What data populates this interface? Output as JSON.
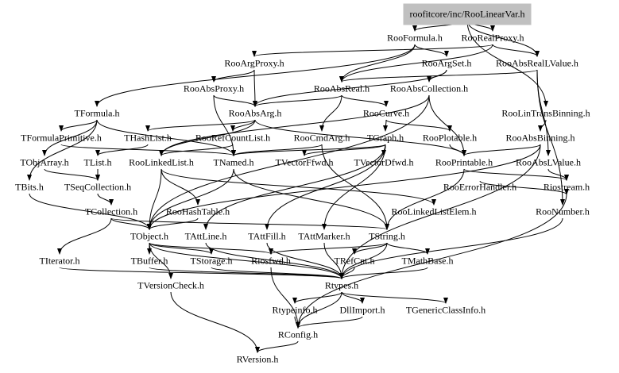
{
  "graph": {
    "root": "roofitcore/inc/RooLinearVar.h",
    "nodes": {
      "RooFormula": "RooFormula.h",
      "RooRealProxy": "RooRealProxy.h",
      "RooArgProxy": "RooArgProxy.h",
      "RooArgSet": "RooArgSet.h",
      "RooAbsRealLValue": "RooAbsRealLValue.h",
      "RooAbsProxy": "RooAbsProxy.h",
      "RooAbsReal": "RooAbsReal.h",
      "RooAbsCollection": "RooAbsCollection.h",
      "TFormula": "TFormula.h",
      "RooAbsArg": "RooAbsArg.h",
      "RooCurve": "RooCurve.h",
      "RooLinTransBinning": "RooLinTransBinning.h",
      "TFormulaPrimitive": "TFormulaPrimitive.h",
      "THashList": "THashList.h",
      "RooRefCountList": "RooRefCountList.h",
      "RooCmdArg": "RooCmdArg.h",
      "TGraph": "TGraph.h",
      "RooPlotable": "RooPlotable.h",
      "RooAbsBinning": "RooAbsBinning.h",
      "TObjArray": "TObjArray.h",
      "TList": "TList.h",
      "RooLinkedList": "RooLinkedList.h",
      "TNamed": "TNamed.h",
      "TVectorFfwd": "TVectorFfwd.h",
      "TVectorDfwd": "TVectorDfwd.h",
      "RooPrintable": "RooPrintable.h",
      "RooAbsLValue": "RooAbsLValue.h",
      "TBits": "TBits.h",
      "TSeqCollection": "TSeqCollection.h",
      "RooErrorHandler": "RooErrorHandler.h",
      "Riostream": "Riostream.h",
      "TCollection": "TCollection.h",
      "RooHashTable": "RooHashTable.h",
      "RooLinkedListElem": "RooLinkedListElem.h",
      "RooNumber": "RooNumber.h",
      "TObject": "TObject.h",
      "TAttLine": "TAttLine.h",
      "TAttFill": "TAttFill.h",
      "TAttMarker": "TAttMarker.h",
      "TString": "TString.h",
      "TIterator": "TIterator.h",
      "TBuffer": "TBuffer.h",
      "TStorage": "TStorage.h",
      "Riosfwd": "Riosfwd.h",
      "TRefCnt": "TRefCnt.h",
      "TMathBase": "TMathBase.h",
      "TVersionCheck": "TVersionCheck.h",
      "Rtypes": "Rtypes.h",
      "Rtypeinfo": "Rtypeinfo.h",
      "DllImport": "DllImport.h",
      "TGenericClassInfo": "TGenericClassInfo.h",
      "RConfig": "RConfig.h",
      "RVersion": "RVersion.h"
    },
    "edges": [
      [
        "root",
        "RooFormula"
      ],
      [
        "root",
        "RooRealProxy"
      ],
      [
        "root",
        "RooAbsRealLValue"
      ],
      [
        "root",
        "RooLinTransBinning"
      ],
      [
        "RooFormula",
        "TFormula"
      ],
      [
        "RooFormula",
        "RooArgSet"
      ],
      [
        "RooFormula",
        "RooAbsReal"
      ],
      [
        "RooRealProxy",
        "RooArgProxy"
      ],
      [
        "RooRealProxy",
        "RooAbsReal"
      ],
      [
        "RooRealProxy",
        "RooAbsRealLValue"
      ],
      [
        "RooArgProxy",
        "RooAbsProxy"
      ],
      [
        "RooArgProxy",
        "RooAbsArg"
      ],
      [
        "RooAbsProxy",
        "RooAbsArg"
      ],
      [
        "RooAbsProxy",
        "TNamed"
      ],
      [
        "RooArgSet",
        "RooAbsCollection"
      ],
      [
        "RooArgSet",
        "RooAbsArg"
      ],
      [
        "RooAbsRealLValue",
        "RooAbsReal"
      ],
      [
        "RooAbsRealLValue",
        "RooAbsLValue"
      ],
      [
        "RooAbsRealLValue",
        "RooNumber"
      ],
      [
        "RooAbsReal",
        "RooAbsArg"
      ],
      [
        "RooAbsReal",
        "RooCurve"
      ],
      [
        "RooAbsReal",
        "RooCmdArg"
      ],
      [
        "RooAbsCollection",
        "TObject"
      ],
      [
        "RooAbsCollection",
        "RooPrintable"
      ],
      [
        "RooAbsCollection",
        "RooLinkedList"
      ],
      [
        "TFormula",
        "TFormulaPrimitive"
      ],
      [
        "TFormula",
        "TNamed"
      ],
      [
        "TFormula",
        "TBits"
      ],
      [
        "TFormula",
        "TObjArray"
      ],
      [
        "RooAbsArg",
        "RooRefCountList"
      ],
      [
        "RooAbsArg",
        "RooPrintable"
      ],
      [
        "RooAbsArg",
        "THashList"
      ],
      [
        "RooAbsArg",
        "RooLinkedList"
      ],
      [
        "RooCurve",
        "TGraph"
      ],
      [
        "RooCurve",
        "RooPlotable"
      ],
      [
        "RooLinTransBinning",
        "RooAbsBinning"
      ],
      [
        "TFormulaPrimitive",
        "TNamed"
      ],
      [
        "THashList",
        "TList"
      ],
      [
        "RooRefCountList",
        "RooLinkedList"
      ],
      [
        "RooCmdArg",
        "TNamed"
      ],
      [
        "RooCmdArg",
        "TString"
      ],
      [
        "TGraph",
        "TNamed"
      ],
      [
        "TGraph",
        "TAttLine"
      ],
      [
        "TGraph",
        "TAttFill"
      ],
      [
        "TGraph",
        "TAttMarker"
      ],
      [
        "TGraph",
        "TVectorFfwd"
      ],
      [
        "TGraph",
        "TVectorDfwd"
      ],
      [
        "RooPlotable",
        "RooPrintable"
      ],
      [
        "RooAbsBinning",
        "TObject"
      ],
      [
        "RooAbsBinning",
        "RooPrintable"
      ],
      [
        "RooAbsBinning",
        "Rtypes"
      ],
      [
        "TObjArray",
        "TSeqCollection"
      ],
      [
        "TList",
        "TSeqCollection"
      ],
      [
        "RooLinkedList",
        "TObject"
      ],
      [
        "RooLinkedList",
        "RooHashTable"
      ],
      [
        "RooLinkedList",
        "RooLinkedListElem"
      ],
      [
        "TNamed",
        "TObject"
      ],
      [
        "TNamed",
        "TString"
      ],
      [
        "RooPrintable",
        "Riostream"
      ],
      [
        "RooPrintable",
        "TString"
      ],
      [
        "RooAbsLValue",
        "Riostream"
      ],
      [
        "TBits",
        "TObject"
      ],
      [
        "TSeqCollection",
        "TCollection"
      ],
      [
        "TCollection",
        "TObject"
      ],
      [
        "TCollection",
        "TIterator"
      ],
      [
        "TCollection",
        "TString"
      ],
      [
        "RooHashTable",
        "TObject"
      ],
      [
        "RooErrorHandler",
        "Riostream"
      ],
      [
        "RooNumber",
        "Rtypes"
      ],
      [
        "TObject",
        "TBuffer"
      ],
      [
        "TObject",
        "TStorage"
      ],
      [
        "TObject",
        "Riosfwd"
      ],
      [
        "TObject",
        "Rtypes"
      ],
      [
        "TObject",
        "TVersionCheck"
      ],
      [
        "TAttLine",
        "Rtypes"
      ],
      [
        "TAttFill",
        "Rtypes"
      ],
      [
        "TAttMarker",
        "Rtypes"
      ],
      [
        "TString",
        "TRefCnt"
      ],
      [
        "TString",
        "TMathBase"
      ],
      [
        "TString",
        "Riosfwd"
      ],
      [
        "TString",
        "Rtypes"
      ],
      [
        "TIterator",
        "Rtypes"
      ],
      [
        "TBuffer",
        "Rtypes"
      ],
      [
        "TStorage",
        "Rtypes"
      ],
      [
        "TRefCnt",
        "Rtypes"
      ],
      [
        "TMathBase",
        "Rtypes"
      ],
      [
        "Riosfwd",
        "RConfig"
      ],
      [
        "TVersionCheck",
        "RVersion"
      ],
      [
        "Rtypes",
        "Rtypeinfo"
      ],
      [
        "Rtypes",
        "DllImport"
      ],
      [
        "Rtypes",
        "TGenericClassInfo"
      ],
      [
        "Rtypes",
        "RConfig"
      ],
      [
        "Rtypeinfo",
        "RConfig"
      ],
      [
        "DllImport",
        "RConfig"
      ],
      [
        "RConfig",
        "RVersion"
      ],
      [
        "Riostream",
        "RConfig"
      ]
    ]
  }
}
